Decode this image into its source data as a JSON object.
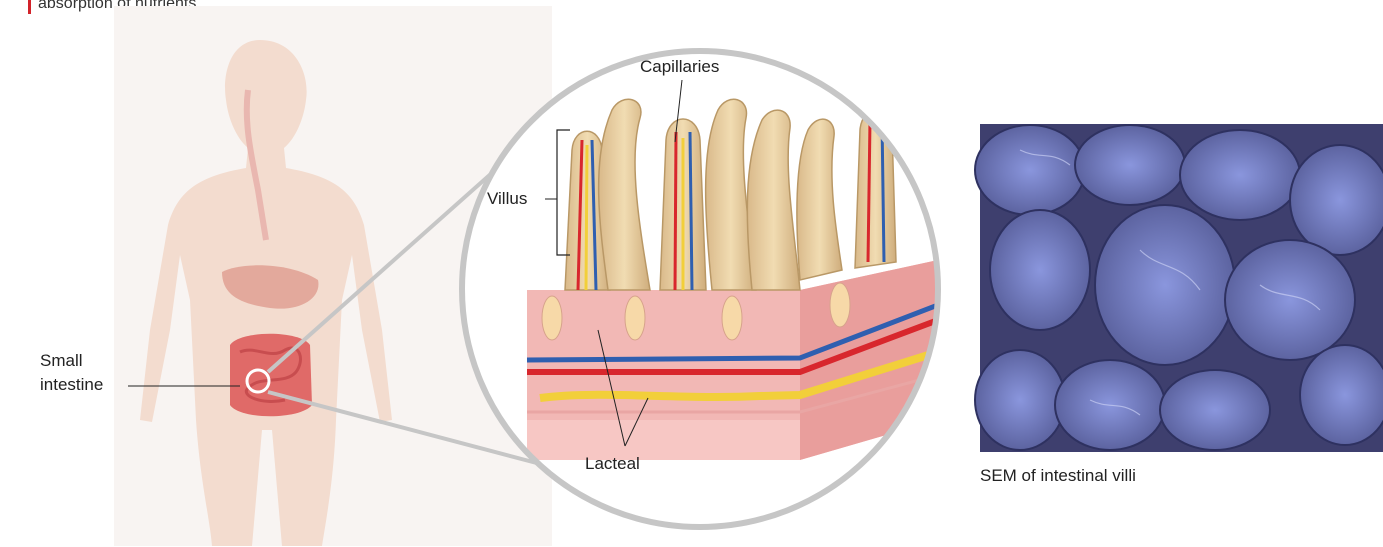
{
  "caption": "absorption of nutrients.",
  "labels": {
    "small_intestine_line1": "Small",
    "small_intestine_line2": "intestine",
    "capillaries": "Capillaries",
    "villus": "Villus",
    "lacteal": "Lacteal"
  },
  "photo_caption": "SEM of intestinal villi",
  "colors": {
    "body": "#f3d9cc",
    "organ": "#e06a68",
    "artery": "#d8272d",
    "vein": "#2f5fb0",
    "lacteal": "#f2cf3a",
    "villus": "#e8cfa0",
    "tissue": "#f2b8b5",
    "magnifier_ring": "#c6c6c6",
    "caption_accent": "#d2232a",
    "sem_dark": "#3e3f6e",
    "sem_light": "#a8b2ec"
  }
}
